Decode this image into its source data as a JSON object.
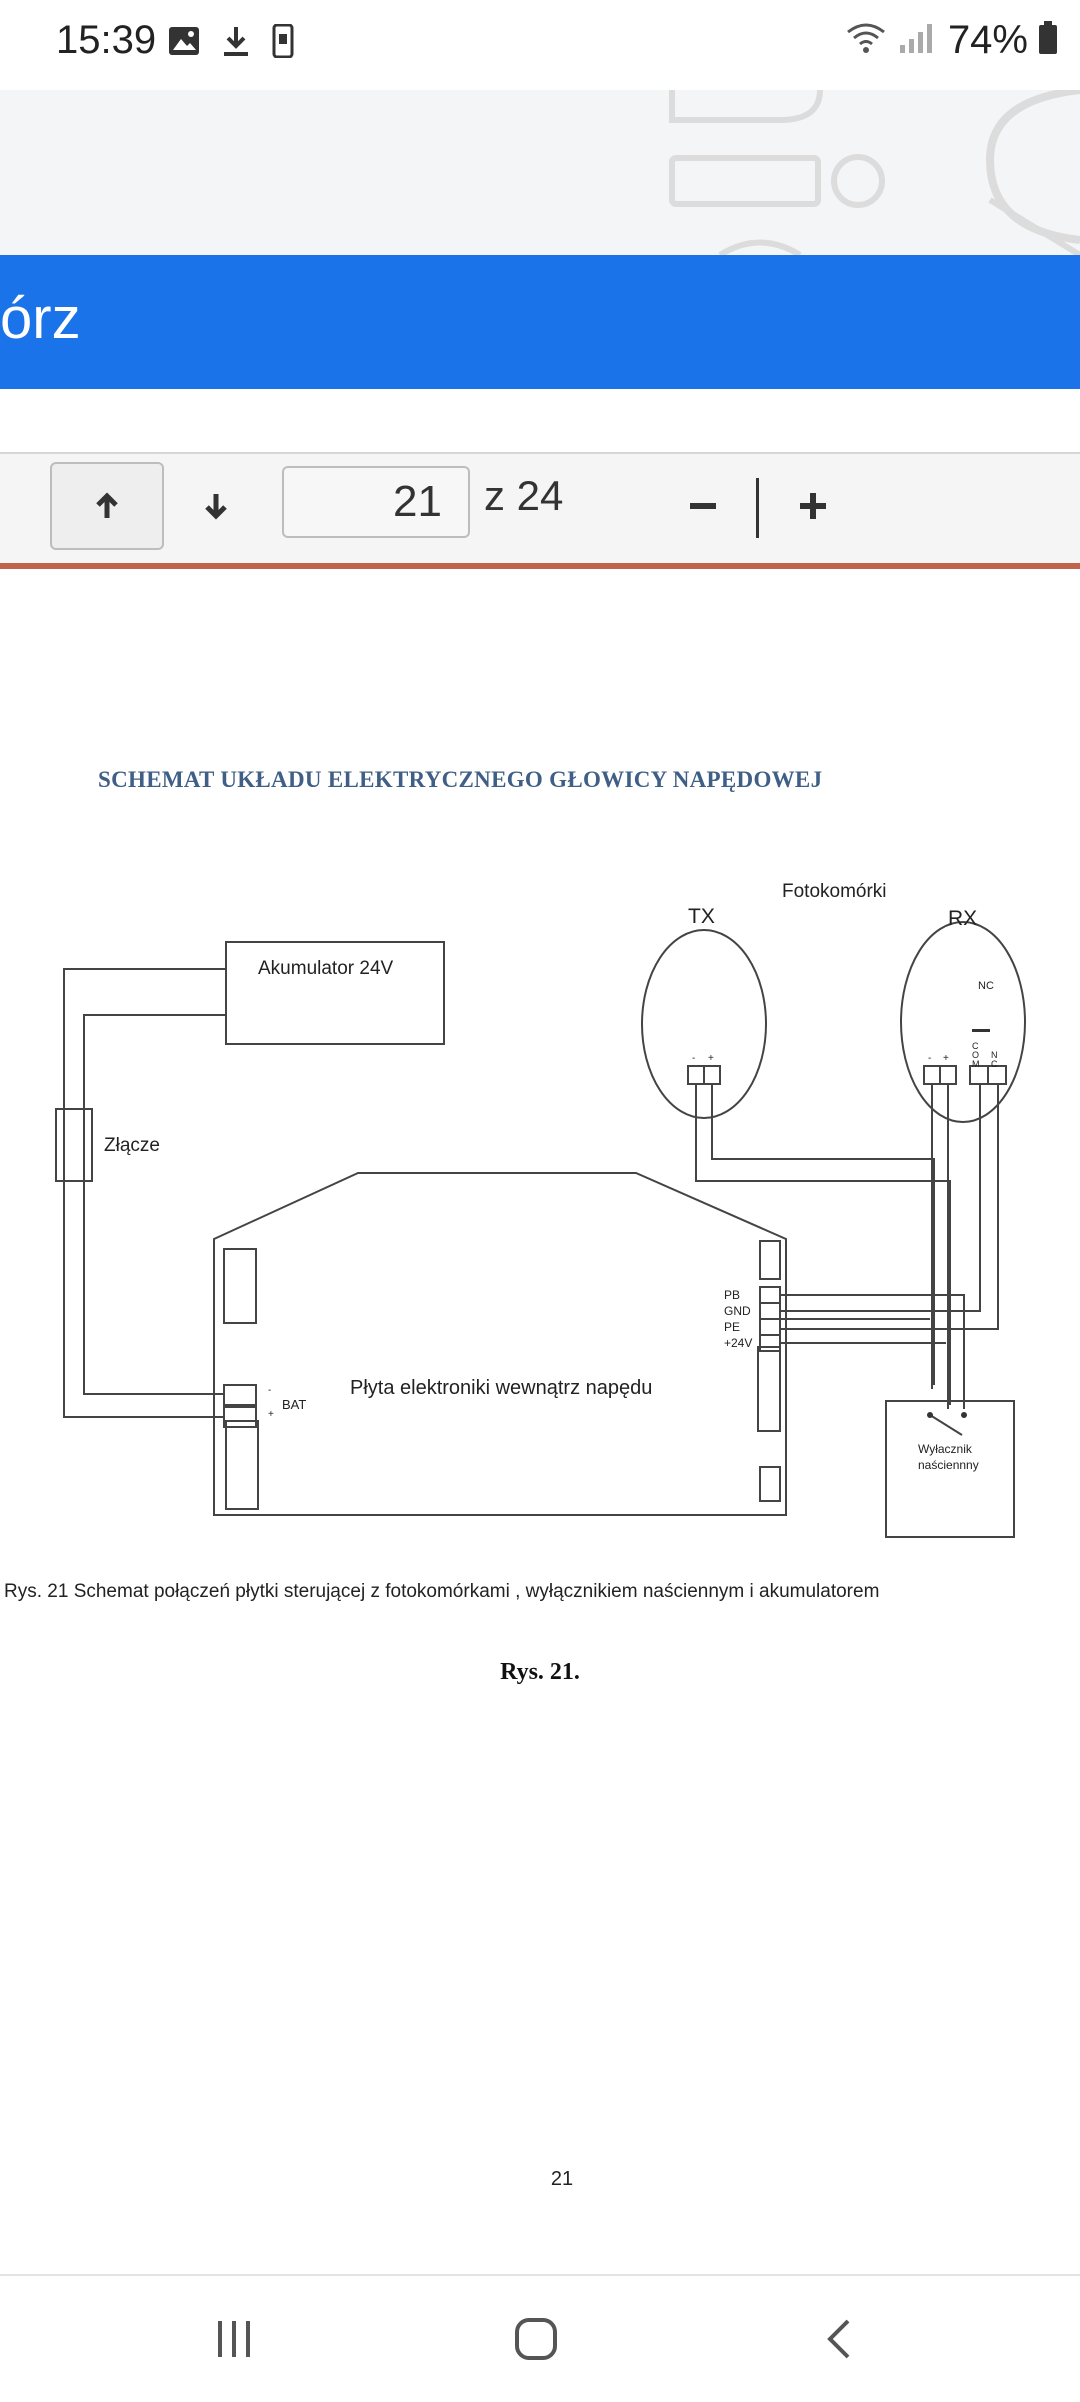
{
  "status_bar": {
    "time": "15:39",
    "battery_percent": "74%",
    "icons": [
      "image-icon",
      "download-icon",
      "phone-device-icon",
      "wifi-icon",
      "signal-icon",
      "battery-icon"
    ]
  },
  "app_bar": {
    "title": "órz",
    "color": "#1a73e8"
  },
  "toolbar": {
    "prev_page_icon": "arrow-up-icon",
    "next_page_icon": "arrow-down-icon",
    "page_number": "21",
    "page_of": "z 24",
    "zoom_out": "–",
    "zoom_in": "+"
  },
  "document": {
    "title": "SCHEMAT UKŁADU ELEKTRYCZNEGO GŁOWICY NAPĘDOWEJ",
    "diagram_labels": {
      "photocells": "Fotokomórki",
      "tx": "TX",
      "rx": "RX",
      "battery": "Akumulator 24V",
      "connector": "Złącze",
      "nc": "NC",
      "com": "C O M",
      "nc_vertical": "N C",
      "minus": "-",
      "plus": "+",
      "bat": "BAT",
      "board": "Płyta elektroniki wewnątrz napędu",
      "pb": "PB",
      "gnd": "GND",
      "pe": "PE",
      "v24": "+24V",
      "switch_line1": "Wyłacznik",
      "switch_line2": "naściennny"
    },
    "figure_caption": "Rys. 21 Schemat połączeń płytki sterującej z fotokomórkami , wyłącznikiem naściennym i akumulatorem",
    "figure_label": "Rys. 21.",
    "page_number": "21"
  },
  "nav_bar": {
    "buttons": [
      "recent-apps-icon",
      "home-icon",
      "back-icon"
    ]
  }
}
